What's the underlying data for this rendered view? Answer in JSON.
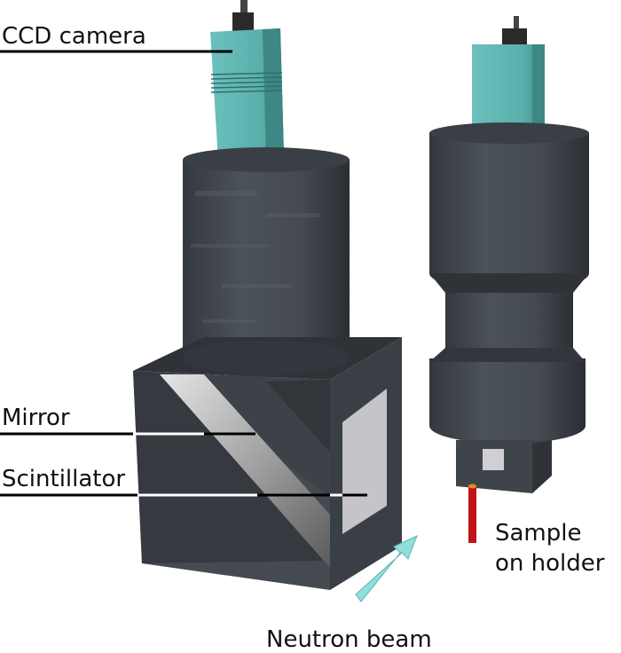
{
  "labels": {
    "ccd_camera": "CCD camera",
    "mirror": "Mirror",
    "scintillator": "Scintillator",
    "sample_line1": "Sample",
    "sample_line2": "on holder",
    "neutron_beam": "Neutron beam"
  },
  "colors": {
    "camera": "#5fb3b0",
    "camera_dark": "#3f8784",
    "body": "#41464d",
    "body_dark": "#2e3238",
    "body_light": "#50565e",
    "mirror_light": "#d8d8d8",
    "mirror_dark": "#6d6d6d",
    "scintillator": "#bfbfc4",
    "holder": "#c0141a",
    "beam_arrow": "#8fe0dc"
  }
}
